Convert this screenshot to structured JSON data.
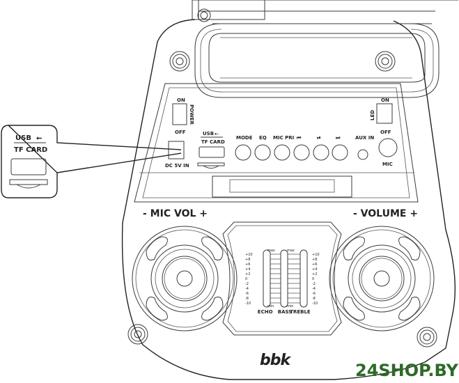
{
  "diagram": {
    "title": "BBK portable speaker - top control panel",
    "brand_logo": "bbk",
    "watermark": "24SHOP.BY",
    "watermark_color": "#2d6a27",
    "callout": {
      "usb_label": "USB",
      "usb_icon": "usb-symbol-icon",
      "tf_label": "TF CARD"
    },
    "panel": {
      "power_switch": {
        "label": "POWER",
        "on": "ON",
        "off": "OFF"
      },
      "dc_in": "DC 5V IN",
      "usb_slot": {
        "usb_label": "USB",
        "tf_label": "TF CARD"
      },
      "buttons": [
        {
          "label": "MODE",
          "icon": ""
        },
        {
          "label": "EQ",
          "icon": ""
        },
        {
          "label": "MIC PRI",
          "icon": ""
        },
        {
          "label": "⏮",
          "icon": "previous-track-icon"
        },
        {
          "label": "⏯",
          "icon": "play-pause-icon"
        },
        {
          "label": "⏭",
          "icon": "next-track-icon"
        }
      ],
      "aux_in": "AUX IN",
      "mic": "MIC",
      "led_switch": {
        "label": "LED",
        "on": "ON",
        "off": "OFF"
      }
    },
    "knobs": {
      "left": "- MIC VOL +",
      "right": "- VOLUME +"
    },
    "sliders": {
      "scale": [
        "+10",
        "+8",
        "+6",
        "+4",
        "+2",
        "0",
        "-2",
        "-4",
        "-6",
        "-8",
        "-10"
      ],
      "max_label": "max",
      "min_label": "min",
      "channels": [
        "ECHO",
        "BASS",
        "TREBLE"
      ]
    }
  }
}
